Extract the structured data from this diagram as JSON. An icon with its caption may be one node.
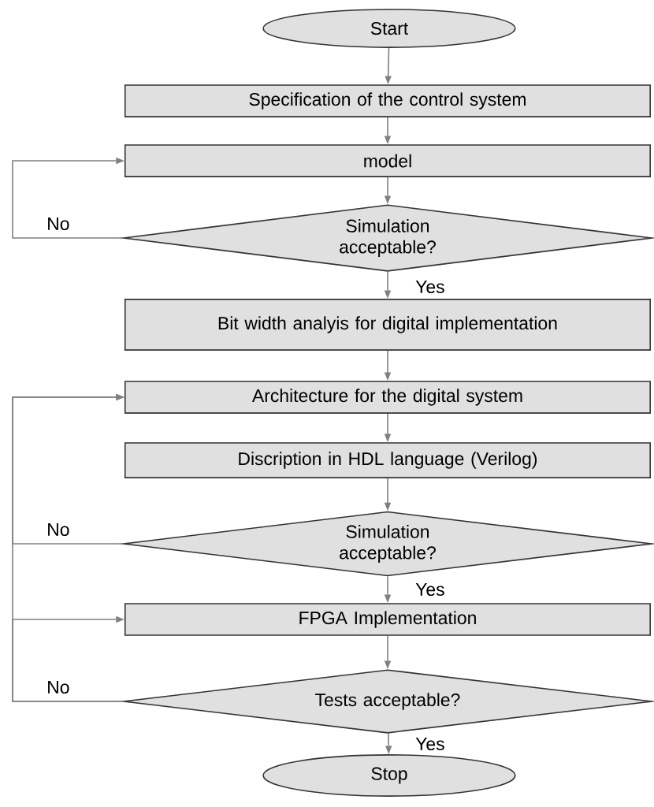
{
  "diagram": {
    "nodes": [
      {
        "text": [
          "Start"
        ]
      },
      {
        "text": [
          "Specification of the control system"
        ]
      },
      {
        "text": [
          "model"
        ]
      },
      {
        "text": [
          "Simulation acceptable?"
        ]
      },
      {
        "text": [
          "Bit width analyis for digital implementation"
        ]
      },
      {
        "text": [
          "Architecture for the digital system"
        ]
      },
      {
        "text": [
          "Discription in HDL language (Verilog)"
        ]
      },
      {
        "text": [
          "Simulation acceptable?"
        ]
      },
      {
        "text": [
          "FPGA Implementation"
        ]
      },
      {
        "text": [
          "Tests acceptable?"
        ]
      },
      {
        "text": [
          "Stop"
        ]
      }
    ],
    "edges": [
      {
        "from": 0,
        "to": 1,
        "arrow": "to"
      },
      {
        "from": 1,
        "to": 2,
        "arrow": "to"
      },
      {
        "from": 2,
        "to": 3,
        "arrow": "to"
      },
      {
        "from": 3,
        "to": 4,
        "arrow": "to",
        "label": "Yes"
      },
      {
        "from": 3,
        "to": 2,
        "arrow": "to",
        "label": "No"
      },
      {
        "from": 4,
        "to": 5,
        "arrow": "to"
      },
      {
        "from": 5,
        "to": 6,
        "arrow": "to"
      },
      {
        "from": 6,
        "to": 7,
        "arrow": "to"
      },
      {
        "from": 7,
        "to": 8,
        "arrow": "to",
        "label": "Yes"
      },
      {
        "from": 7,
        "to": 5,
        "arrow": "to",
        "label": "No"
      },
      {
        "from": 8,
        "to": 9,
        "arrow": "to"
      },
      {
        "from": 9,
        "to": 10,
        "arrow": "to",
        "label": "Yes"
      },
      {
        "from": 9,
        "to": 8,
        "arrow": "to",
        "label": "No"
      },
      {
        "from": 9,
        "to": 5,
        "arrow": "to"
      }
    ]
  }
}
